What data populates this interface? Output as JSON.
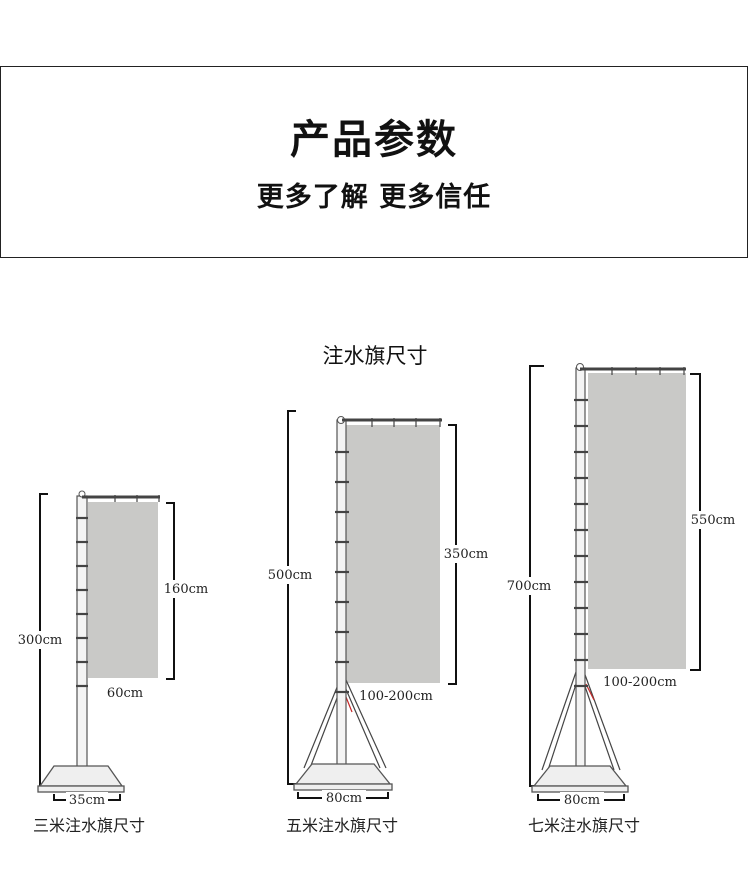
{
  "header": {
    "title": "产品参数",
    "subtitle": "更多了解 更多信任"
  },
  "diagram": {
    "title": "注水旗尺寸",
    "flags": [
      {
        "caption": "三米注水旗尺寸",
        "total_height": "300cm",
        "banner_height": "160cm",
        "banner_width": "60cm",
        "base_width": "35cm"
      },
      {
        "caption": "五米注水旗尺寸",
        "total_height": "500cm",
        "banner_height": "350cm",
        "banner_width": "100-200cm",
        "base_width": "80cm"
      },
      {
        "caption": "七米注水旗尺寸",
        "total_height": "700cm",
        "banner_height": "550cm",
        "banner_width": "100-200cm",
        "base_width": "80cm"
      }
    ]
  }
}
